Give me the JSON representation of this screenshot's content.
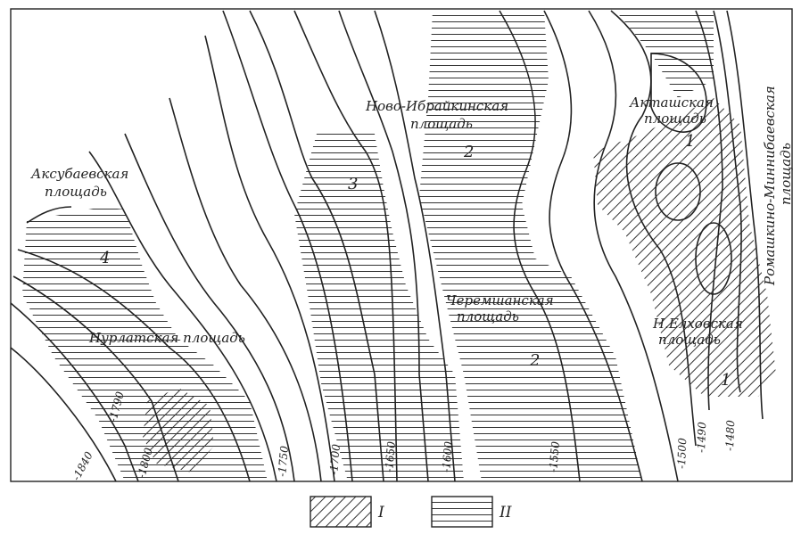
{
  "areas": {
    "aksubaevskaya_1": "Аксубаевская",
    "aksubaevskaya_2": "площадь",
    "nurlatskaya": "Нурлатская площадь",
    "novo_ibraykinskaya_1": "Ново-Ибрайкинская",
    "novo_ibraykinskaya_2": "площадь",
    "cheremshanskaya_1": "Черемшанская",
    "cheremshanskaya_2": "площадь",
    "aktashskaya_1": "Акташская",
    "aktashskaya_2": "площадь",
    "n_elkhovskaya_1": "Н.Елховская",
    "n_elkhovskaya_2": "площадь",
    "romashkino_1": "Ромашкино-Миннибаевская",
    "romashkino_2": "площадь"
  },
  "zones": {
    "z1a": "1",
    "z1b": "1",
    "z2a": "2",
    "z2b": "2",
    "z3": "3",
    "z4": "4"
  },
  "contours": {
    "c1840": "-1840",
    "c1800": "-1800",
    "c1790": "-1790",
    "c1750": "-1750",
    "c1700": "-1700",
    "c1650": "-1650",
    "c1600": "-1600",
    "c1550": "-1550",
    "c1500": "-1500",
    "c1490": "-1490",
    "c1480": "-1480"
  },
  "legend": {
    "item1": "I",
    "item2": "II"
  }
}
